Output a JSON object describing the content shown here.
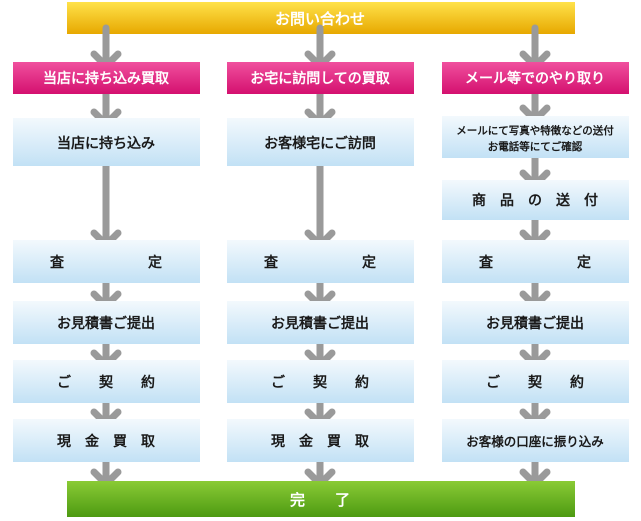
{
  "top_bar": {
    "label": "お問い合わせ"
  },
  "bottom_bar": {
    "label": "完　　了"
  },
  "columns": [
    {
      "route": "当店に持ち込み買取",
      "steps": [
        {
          "text": "当店に持ち込み"
        },
        {
          "text": "査　　　　　　定"
        },
        {
          "text": "お見積書ご提出"
        },
        {
          "text": "ご　　契　　約"
        },
        {
          "text": "現　金　買　取"
        }
      ]
    },
    {
      "route": "お宅に訪問しての買取",
      "steps": [
        {
          "text": "お客様宅にご訪問"
        },
        {
          "text": "査　　　　　　定"
        },
        {
          "text": "お見積書ご提出"
        },
        {
          "text": "ご　　契　　約"
        },
        {
          "text": "現　金　買　取"
        }
      ]
    },
    {
      "route": "メール等でのやり取り",
      "steps": [
        {
          "text": "メールにて写真や特徴などの送付",
          "text2": "お電話等にてご確認"
        },
        {
          "text": "商　品　の　送　付"
        },
        {
          "text": "査　　　　　　定"
        },
        {
          "text": "お見積書ご提出"
        },
        {
          "text": "ご　　契　　約"
        },
        {
          "text": "お客様の口座に振り込み"
        }
      ]
    }
  ],
  "colors": {
    "top_bar": "#f2c500",
    "route_bar": "#e3167f",
    "step_box": "#d6ecf9",
    "bottom_bar": "#63ad1e",
    "arrow": "#9a9a9a"
  }
}
